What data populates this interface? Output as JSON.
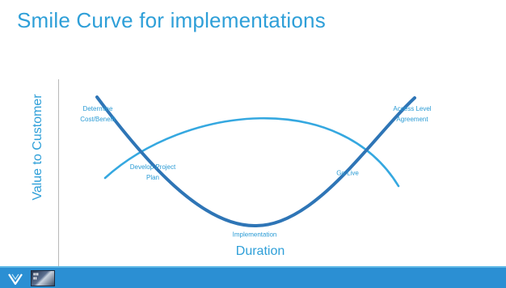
{
  "slide": {
    "title": "Smile Curve for implementations",
    "y_axis_label": "Value to Customer",
    "x_axis_label": "Duration"
  },
  "labels": {
    "determine": "Determine\nCost/Benefit",
    "develop": "Develop Project\nPlan",
    "implementation": "Implementation",
    "golive": "Go Live",
    "access": "Access Level\nAgreement"
  },
  "colors": {
    "accent": "#2e9fd8",
    "smile_curve": "#2e75b6",
    "value_arc": "#35a8e0",
    "footer": "#2b8fd3"
  },
  "footer": {
    "logo_icon": "v-logo-icon",
    "thumbnail_icon": "slide-thumbnail-icon"
  }
}
